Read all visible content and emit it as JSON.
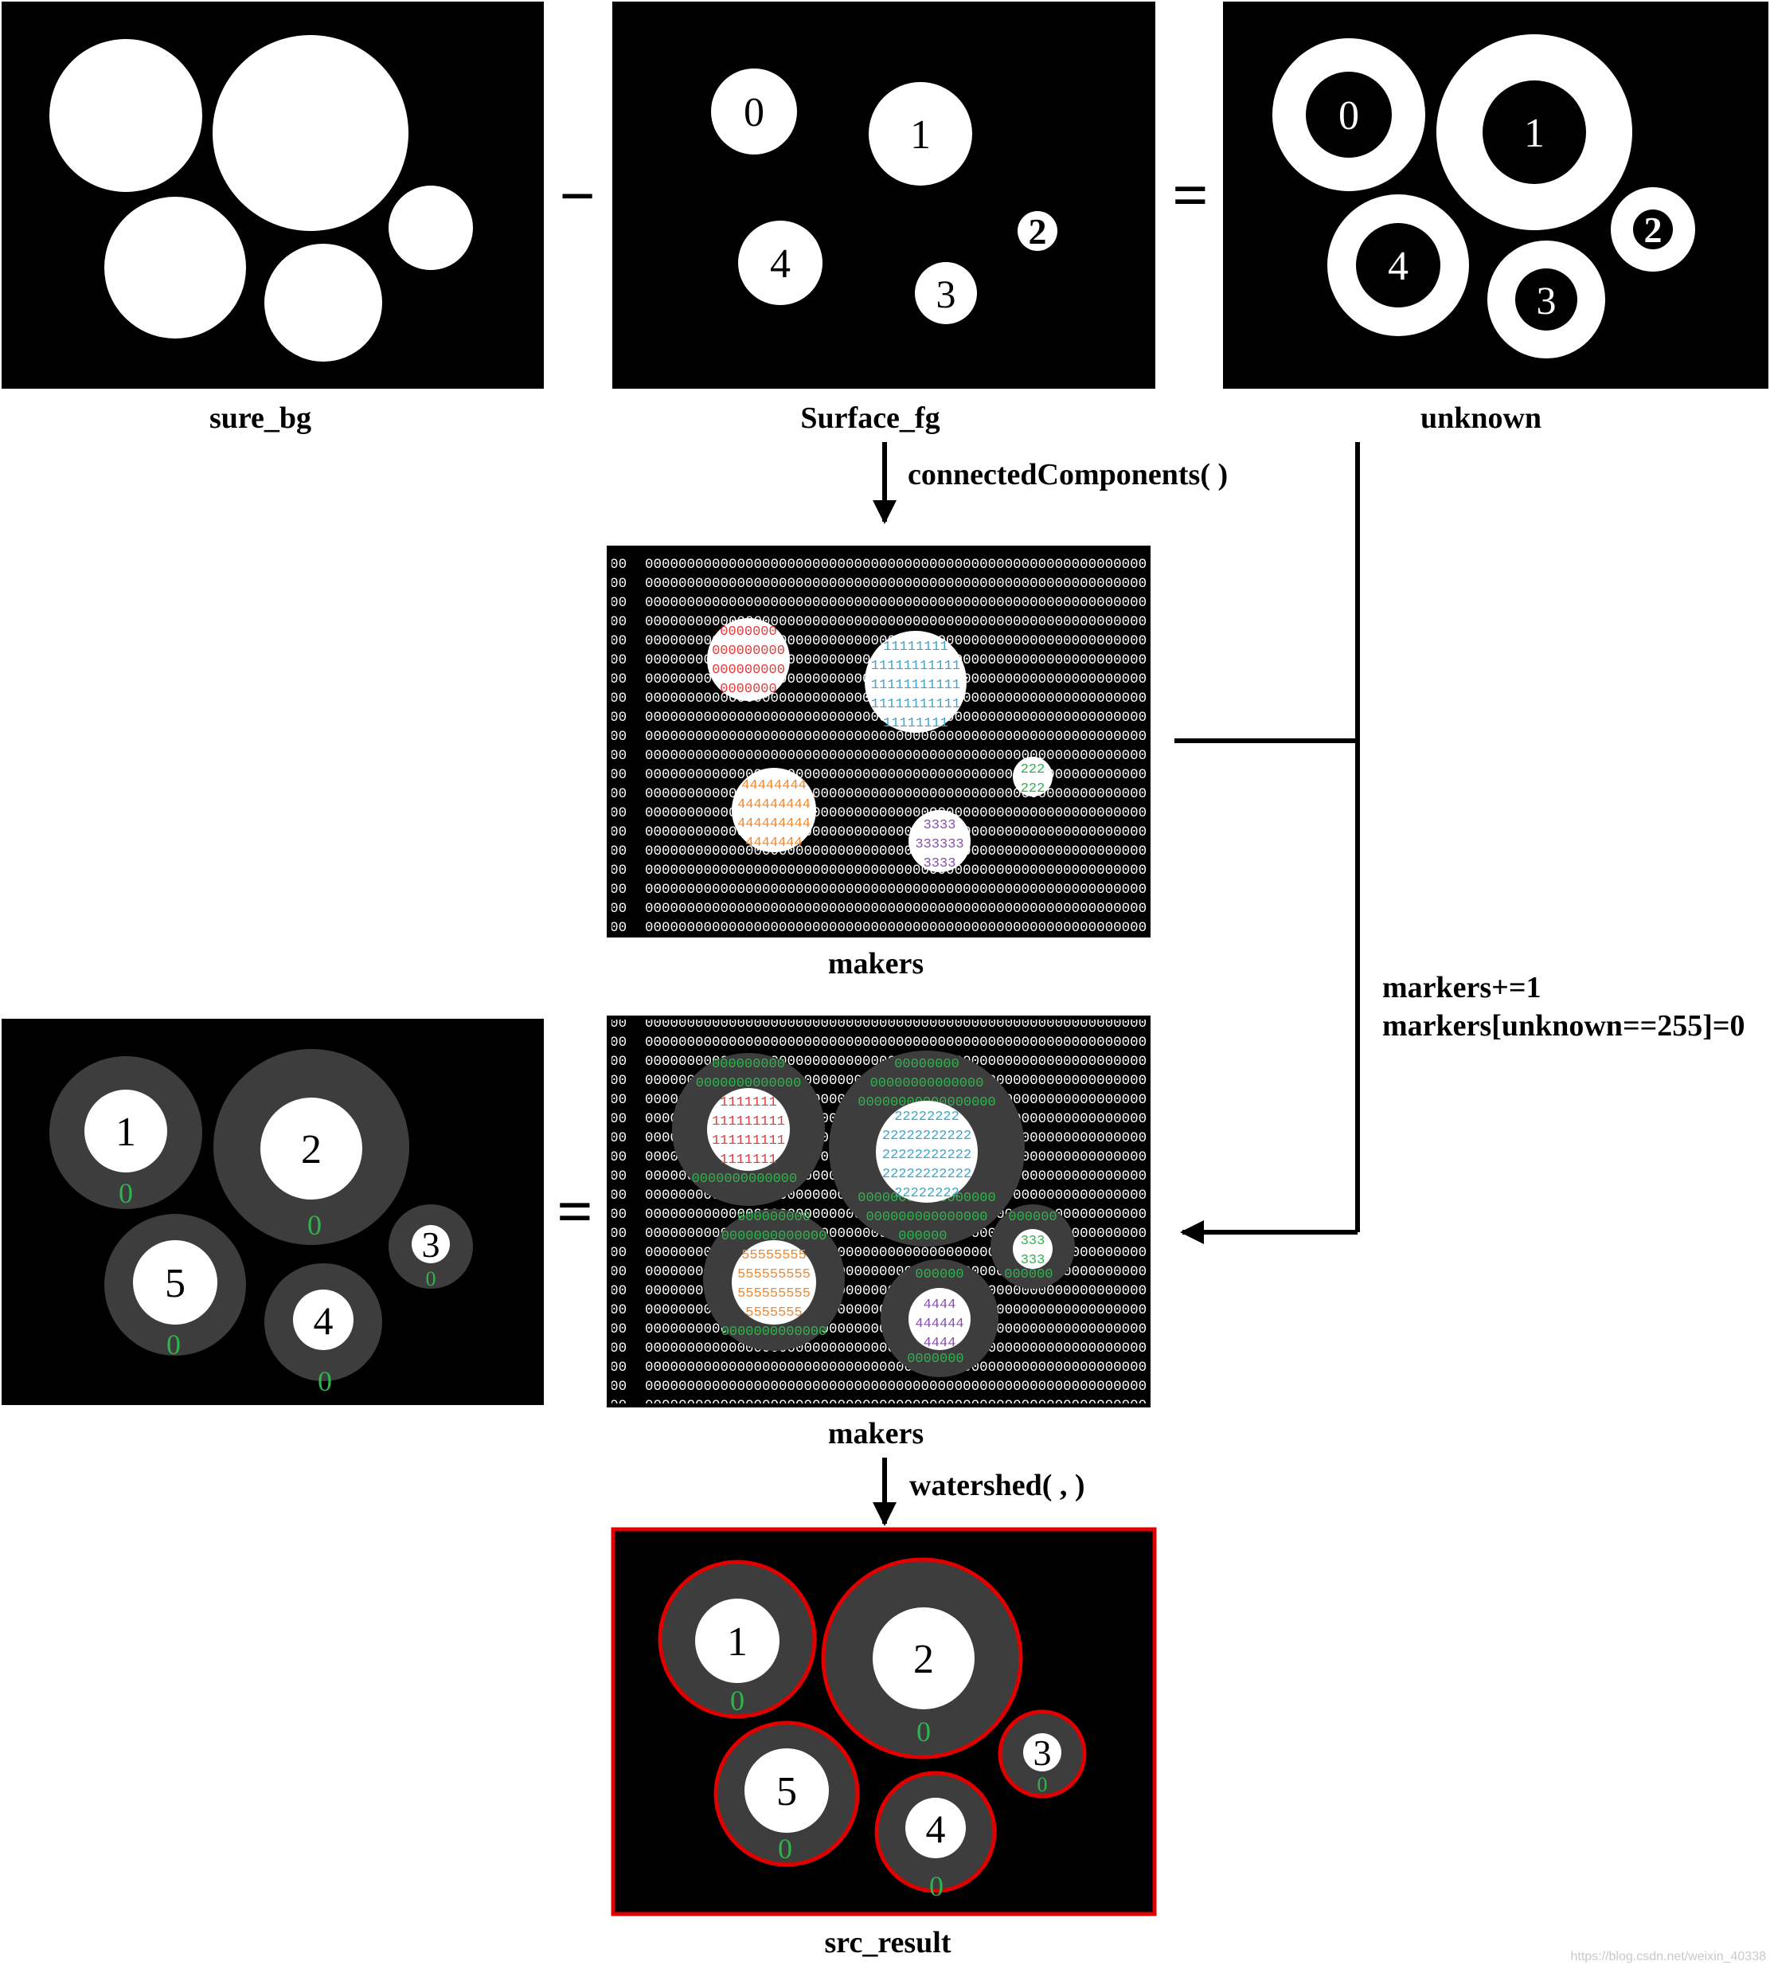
{
  "panels": {
    "sure_bg": {
      "label": "sure_bg"
    },
    "surface_fg": {
      "label": "Surface_fg",
      "numbers": [
        "0",
        "1",
        "2",
        "3",
        "4"
      ]
    },
    "unknown": {
      "label": "unknown",
      "numbers": [
        "0",
        "1",
        "2",
        "3",
        "4"
      ]
    },
    "makers1": {
      "label": "makers",
      "bg_digit": "0",
      "regions": {
        "r0": "0",
        "r1": "1",
        "r2": "2",
        "r3": "3",
        "r4": "4"
      }
    },
    "makers2": {
      "label": "makers",
      "bg_digit": "0",
      "ring_digit": "0",
      "regions": {
        "r1": "1",
        "r2": "2",
        "r3": "3",
        "r4": "4",
        "r5": "5"
      }
    },
    "left_result": {
      "numbers": [
        "1",
        "2",
        "3",
        "4",
        "5"
      ],
      "ring_label": "0"
    },
    "src_result": {
      "label": "src_result",
      "numbers": [
        "1",
        "2",
        "3",
        "4",
        "5"
      ],
      "ring_label": "0"
    }
  },
  "operators": {
    "minus": "−",
    "equals1": "=",
    "equals2": "="
  },
  "steps": {
    "connected_components": "connectedComponents( )",
    "markers_line1": "markers+=1",
    "markers_line2": "markers[unknown==255]=0",
    "watershed": "watershed( ,  )"
  },
  "colors": {
    "region_red": "#e23b3b",
    "region_cyan": "#3aa6cf",
    "region_green": "#2fb34e",
    "region_orange": "#f0892f",
    "region_purple": "#8850b0",
    "ring_gray": "#3d3d3d",
    "boundary_red": "#e00000"
  },
  "watermark": "https://blog.csdn.net/weixin_40338"
}
